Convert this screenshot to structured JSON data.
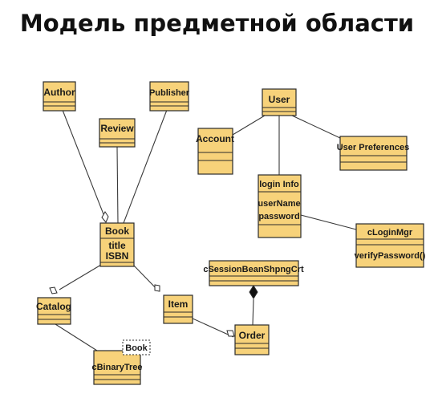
{
  "title": "Модель предметной области",
  "colors": {
    "box_fill": "#f7d27a",
    "box_stroke": "#2b2b2b",
    "line": "#3a3a3a",
    "aggregation_fill": "#ffffff",
    "composition_fill": "#111111"
  },
  "classes": {
    "author": {
      "name": "Author"
    },
    "review": {
      "name": "Review"
    },
    "publisher": {
      "name": "Publisher"
    },
    "book": {
      "name": "Book",
      "attr1": "title",
      "attr2": "ISBN"
    },
    "user": {
      "name": "User"
    },
    "account": {
      "name": "Account"
    },
    "user_preferences": {
      "name": "User Preferences"
    },
    "login_info": {
      "name": "login Info",
      "attr1": "userName",
      "attr2": "password"
    },
    "cloginmgr": {
      "name": "cLoginMgr",
      "op1": "verifyPassword()"
    },
    "csession": {
      "name": "cSessionBeanShpngCrt"
    },
    "catalog": {
      "name": "Catalog"
    },
    "item": {
      "name": "Item"
    },
    "order": {
      "name": "Order"
    },
    "cbinarytree": {
      "name": "cBinaryTree",
      "template_param": "Book"
    }
  }
}
